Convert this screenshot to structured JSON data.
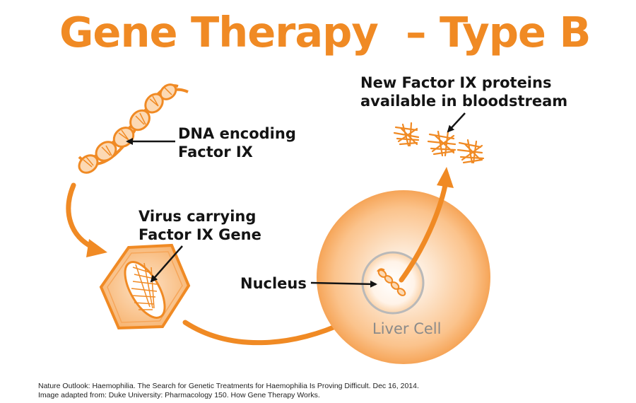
{
  "title": "Gene Therapy  – Type B",
  "labels": {
    "dna": [
      "DNA encoding",
      "Factor IX"
    ],
    "virus": [
      "Virus carrying",
      "Factor IX Gene"
    ],
    "nucleus": "Nucleus",
    "liver_cell": "Liver Cell",
    "proteins": [
      "New Factor IX proteins",
      "available in bloodstream"
    ]
  },
  "credits": [
    "Nature Outlook: Haemophilia. The Search for Genetic Treatments for Haemophilia Is Proving Difficult. Dec 16, 2014.",
    "Image adapted from: Duke University: Pharmacology 150. How Gene Therapy Works."
  ],
  "colors": {
    "accent": "#f08a24",
    "light_fill": "#fcd9b4",
    "text": "#141414",
    "muted": "#8a8a8a"
  },
  "icons": [
    "dna-helix-icon",
    "virus-hexagon-icon",
    "liver-cell-icon",
    "protein-cluster-icon"
  ]
}
